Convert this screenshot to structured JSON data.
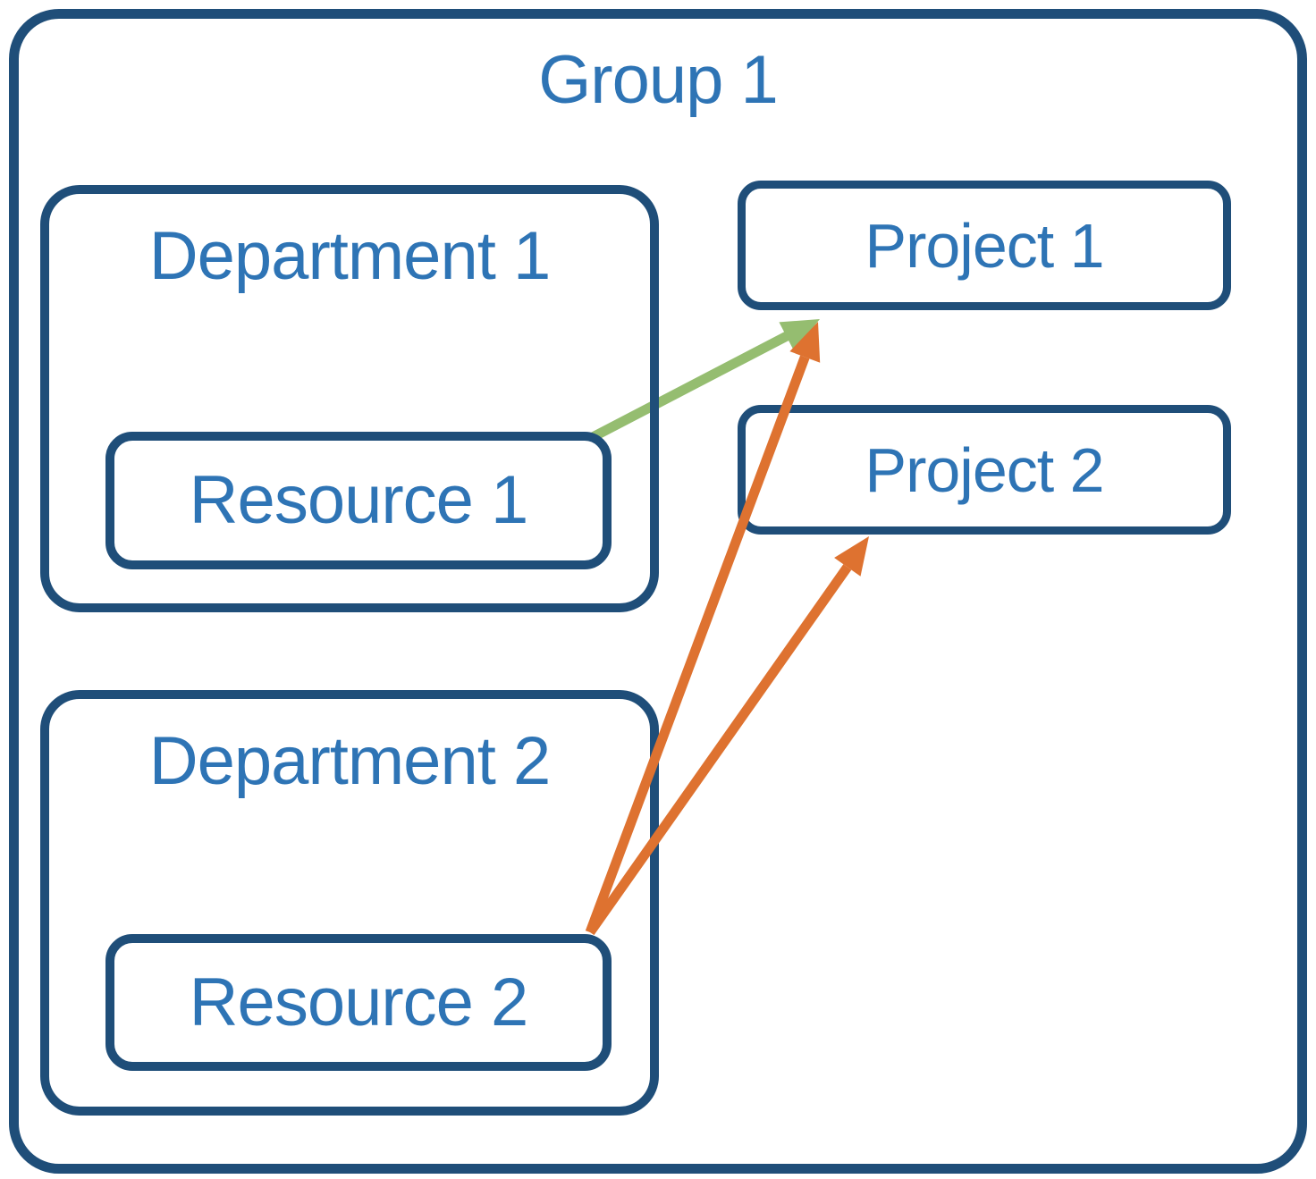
{
  "diagram": {
    "title": "Group 1",
    "nodes": {
      "group1": {
        "label": "Group 1",
        "type": "group"
      },
      "department1": {
        "label": "Department 1",
        "type": "department",
        "parent": "Group 1"
      },
      "resource1": {
        "label": "Resource 1",
        "type": "resource",
        "parent": "Department 1"
      },
      "department2": {
        "label": "Department 2",
        "type": "department",
        "parent": "Group 1"
      },
      "resource2": {
        "label": "Resource 2",
        "type": "resource",
        "parent": "Department 2"
      },
      "project1": {
        "label": "Project 1",
        "type": "project",
        "parent": "Group 1"
      },
      "project2": {
        "label": "Project 2",
        "type": "project",
        "parent": "Group 1"
      }
    },
    "edges": [
      {
        "from": "Resource 1",
        "to": "Project 1",
        "color": "#95BD70"
      },
      {
        "from": "Resource 2",
        "to": "Project 1",
        "color": "#DE7230"
      },
      {
        "from": "Resource 2",
        "to": "Project 2",
        "color": "#DE7230"
      }
    ],
    "colors": {
      "box_border": "#1F4E79",
      "label_text": "#2E74B5",
      "background": "#FFFFFF",
      "green_arrow": "#95BD70",
      "orange_arrow": "#DE7230"
    }
  }
}
